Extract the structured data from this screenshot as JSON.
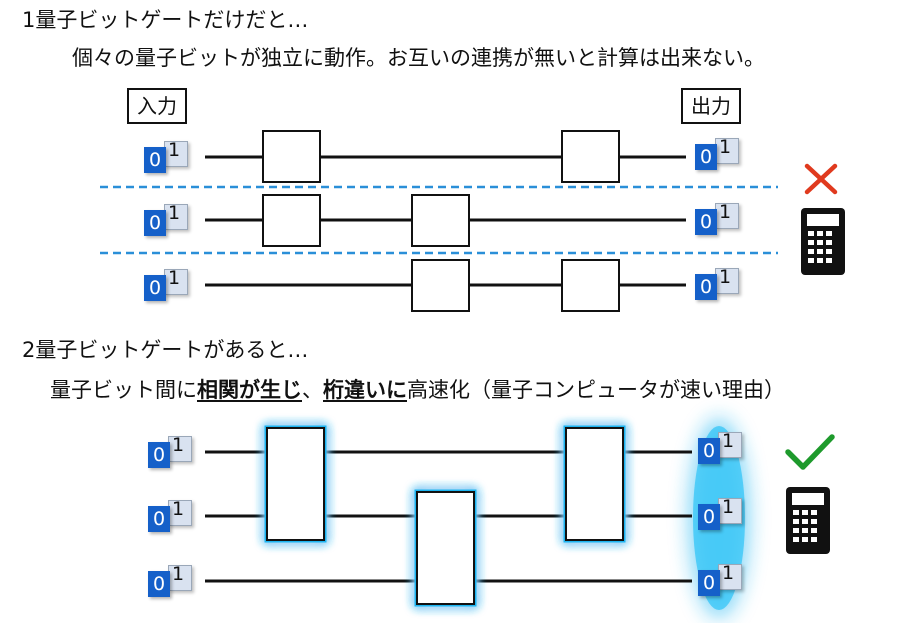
{
  "section1": {
    "heading": "1量子ビットゲートだけだと…",
    "description": "個々の量子ビットが独立に動作。お互いの連携が無いと計算は出来ない。",
    "input_label": "入力",
    "output_label": "出力",
    "result_icon": "cross-icon"
  },
  "section2": {
    "heading": "2量子ビットゲートがあると…",
    "desc_prefix": "量子ビット間に",
    "desc_emph1": "相関が生じ",
    "desc_sep": "、",
    "desc_emph2": "桁違いに",
    "desc_suffix": "高速化（量子コンピュータが速い理由）",
    "result_icon": "check-icon"
  },
  "qubit": {
    "zero": "0",
    "one": "1"
  },
  "colors": {
    "qubit_blue": "#1560c9",
    "divider": "#2a8fd8",
    "cross": "#e03a1e",
    "check": "#1e9a2c",
    "glow": "#1ab4f0"
  }
}
